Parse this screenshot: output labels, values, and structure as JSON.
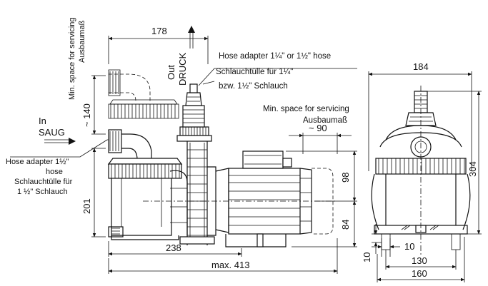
{
  "dimensions": {
    "d178": "178",
    "d140": "~ 140",
    "d201": "201",
    "d238": "238",
    "d413": "max. 413",
    "d90": "~ 90",
    "d98": "98",
    "d84": "84",
    "d184": "184",
    "d304": "304",
    "d10v": "10",
    "d10h": "10",
    "d130": "130",
    "d160": "160"
  },
  "labels": {
    "min_space_top_1": "Min. space for servicing",
    "min_space_top_2": "Ausbaumaß",
    "out": "Out",
    "druck": "DRUCK",
    "in": "In",
    "saug": "SAUG",
    "hose_out_en": "Hose adapter 1¼\"  or 1½\" hose",
    "hose_out_de1": "Schlauchtülle für 1¼\"",
    "hose_out_de2": "bzw. 1½\" Schlauch",
    "min_space_right_1": "Min. space for servicing",
    "min_space_right_2": "Ausbaumaß",
    "hose_in_en1": "Hose adapter 1½\"",
    "hose_in_en2": "hose",
    "hose_in_de1": "Schlauchtülle für",
    "hose_in_de2": "1 ½\"  Schlauch"
  }
}
